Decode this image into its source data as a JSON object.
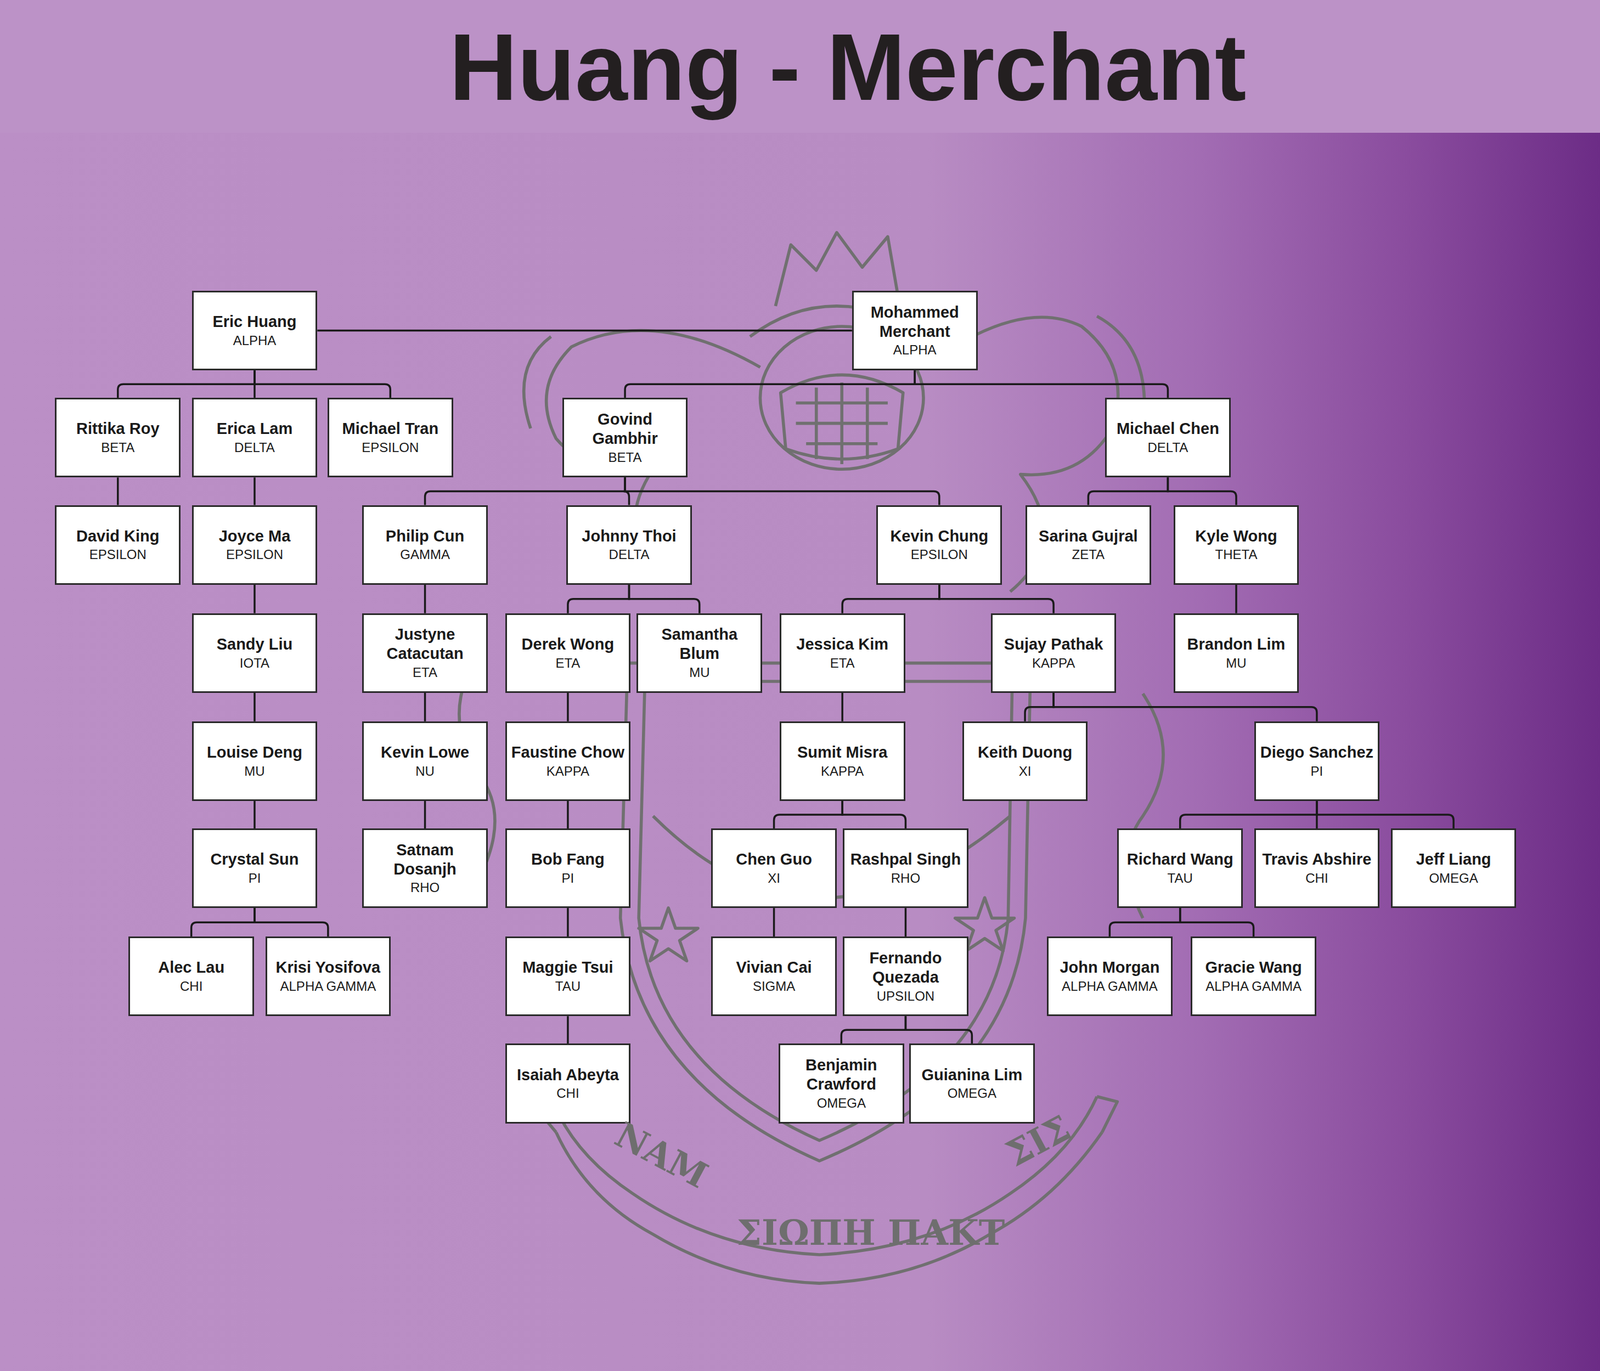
{
  "diagram": {
    "title": "Huang - Merchant",
    "nodes": [
      {
        "text": [
          "Eric Huang",
          "ALPHA"
        ]
      },
      {
        "text": [
          "Mohammed Merchant",
          "ALPHA"
        ]
      },
      {
        "text": [
          "Rittika Roy",
          "BETA"
        ]
      },
      {
        "text": [
          "Erica Lam",
          "DELTA"
        ]
      },
      {
        "text": [
          "Michael Tran",
          "EPSILON"
        ]
      },
      {
        "text": [
          "Govind Gambhir",
          "BETA"
        ]
      },
      {
        "text": [
          "Michael Chen",
          "DELTA"
        ]
      },
      {
        "text": [
          "David King",
          "EPSILON"
        ]
      },
      {
        "text": [
          "Joyce Ma",
          "EPSILON"
        ]
      },
      {
        "text": [
          "Philip Cun",
          "GAMMA"
        ]
      },
      {
        "text": [
          "Johnny Thoi",
          "DELTA"
        ]
      },
      {
        "text": [
          "Kevin Chung",
          "EPSILON"
        ]
      },
      {
        "text": [
          "Sarina Gujral",
          "ZETA"
        ]
      },
      {
        "text": [
          "Kyle Wong",
          "THETA"
        ]
      },
      {
        "text": [
          "Sandy Liu",
          "IOTA"
        ]
      },
      {
        "text": [
          "Justyne Catacutan",
          "ETA"
        ]
      },
      {
        "text": [
          "Derek Wong",
          "ETA"
        ]
      },
      {
        "text": [
          "Samantha Blum",
          "MU"
        ]
      },
      {
        "text": [
          "Jessica Kim",
          "ETA"
        ]
      },
      {
        "text": [
          "Sujay Pathak",
          "KAPPA"
        ]
      },
      {
        "text": [
          "Brandon Lim",
          "MU"
        ]
      },
      {
        "text": [
          "Louise Deng",
          "MU"
        ]
      },
      {
        "text": [
          "Kevin Lowe",
          "NU"
        ]
      },
      {
        "text": [
          "Faustine Chow",
          "KAPPA"
        ]
      },
      {
        "text": [
          "Sumit Misra",
          "KAPPA"
        ]
      },
      {
        "text": [
          "Keith Duong",
          "XI"
        ]
      },
      {
        "text": [
          "Diego Sanchez",
          "PI"
        ]
      },
      {
        "text": [
          "Crystal Sun",
          "PI"
        ]
      },
      {
        "text": [
          "Satnam Dosanjh",
          "RHO"
        ]
      },
      {
        "text": [
          "Bob Fang",
          "PI"
        ]
      },
      {
        "text": [
          "Chen Guo",
          "XI"
        ]
      },
      {
        "text": [
          "Rashpal Singh",
          "RHO"
        ]
      },
      {
        "text": [
          "Richard Wang",
          "TAU"
        ]
      },
      {
        "text": [
          "Travis Abshire",
          "CHI"
        ]
      },
      {
        "text": [
          "Jeff Liang",
          "OMEGA"
        ]
      },
      {
        "text": [
          "Alec Lau",
          "CHI"
        ]
      },
      {
        "text": [
          "Krisi Yosifova",
          "ALPHA GAMMA"
        ]
      },
      {
        "text": [
          "Maggie Tsui",
          "TAU"
        ]
      },
      {
        "text": [
          "Vivian Cai",
          "SIGMA"
        ]
      },
      {
        "text": [
          "Fernando Quezada",
          "UPSILON"
        ]
      },
      {
        "text": [
          "John Morgan",
          "ALPHA GAMMA"
        ]
      },
      {
        "text": [
          "Gracie Wang",
          "ALPHA GAMMA"
        ]
      },
      {
        "text": [
          "Isaiah Abeyta",
          "CHI"
        ]
      },
      {
        "text": [
          "Benjamin Crawford",
          "OMEGA"
        ]
      },
      {
        "text": [
          "Guianina Lim",
          "OMEGA"
        ]
      }
    ],
    "edges": [
      {
        "from": 0,
        "to": 1,
        "arrow": "none"
      },
      {
        "from": 0,
        "to": 2,
        "arrow": "none"
      },
      {
        "from": 0,
        "to": 3,
        "arrow": "none"
      },
      {
        "from": 0,
        "to": 4,
        "arrow": "none"
      },
      {
        "from": 1,
        "to": 5,
        "arrow": "none"
      },
      {
        "from": 1,
        "to": 6,
        "arrow": "none"
      },
      {
        "from": 2,
        "to": 7,
        "arrow": "none"
      },
      {
        "from": 3,
        "to": 8,
        "arrow": "none"
      },
      {
        "from": 5,
        "to": 9,
        "arrow": "none"
      },
      {
        "from": 5,
        "to": 10,
        "arrow": "none"
      },
      {
        "from": 5,
        "to": 11,
        "arrow": "none"
      },
      {
        "from": 6,
        "to": 12,
        "arrow": "none"
      },
      {
        "from": 6,
        "to": 13,
        "arrow": "none"
      },
      {
        "from": 8,
        "to": 14,
        "arrow": "none"
      },
      {
        "from": 9,
        "to": 15,
        "arrow": "none"
      },
      {
        "from": 10,
        "to": 16,
        "arrow": "none"
      },
      {
        "from": 10,
        "to": 17,
        "arrow": "none"
      },
      {
        "from": 11,
        "to": 18,
        "arrow": "none"
      },
      {
        "from": 11,
        "to": 19,
        "arrow": "none"
      },
      {
        "from": 13,
        "to": 20,
        "arrow": "none"
      },
      {
        "from": 14,
        "to": 21,
        "arrow": "none"
      },
      {
        "from": 15,
        "to": 22,
        "arrow": "none"
      },
      {
        "from": 16,
        "to": 23,
        "arrow": "none"
      },
      {
        "from": 18,
        "to": 24,
        "arrow": "none"
      },
      {
        "from": 19,
        "to": 25,
        "arrow": "none"
      },
      {
        "from": 19,
        "to": 26,
        "arrow": "none"
      },
      {
        "from": 21,
        "to": 27,
        "arrow": "none"
      },
      {
        "from": 22,
        "to": 28,
        "arrow": "none"
      },
      {
        "from": 23,
        "to": 29,
        "arrow": "none"
      },
      {
        "from": 24,
        "to": 30,
        "arrow": "none"
      },
      {
        "from": 24,
        "to": 31,
        "arrow": "none"
      },
      {
        "from": 26,
        "to": 32,
        "arrow": "none"
      },
      {
        "from": 26,
        "to": 33,
        "arrow": "none"
      },
      {
        "from": 26,
        "to": 34,
        "arrow": "none"
      },
      {
        "from": 27,
        "to": 35,
        "arrow": "none"
      },
      {
        "from": 27,
        "to": 36,
        "arrow": "none"
      },
      {
        "from": 29,
        "to": 37,
        "arrow": "none"
      },
      {
        "from": 30,
        "to": 38,
        "arrow": "none"
      },
      {
        "from": 31,
        "to": 39,
        "arrow": "none"
      },
      {
        "from": 32,
        "to": 40,
        "arrow": "none"
      },
      {
        "from": 32,
        "to": 41,
        "arrow": "none"
      },
      {
        "from": 37,
        "to": 42,
        "arrow": "none"
      },
      {
        "from": 39,
        "to": 43,
        "arrow": "none"
      },
      {
        "from": 39,
        "to": 44,
        "arrow": "none"
      }
    ],
    "labels": [
      "NAM",
      "ΣΙΩΠΗ ΠΑΚΤ",
      "ΣΙΣ"
    ]
  }
}
